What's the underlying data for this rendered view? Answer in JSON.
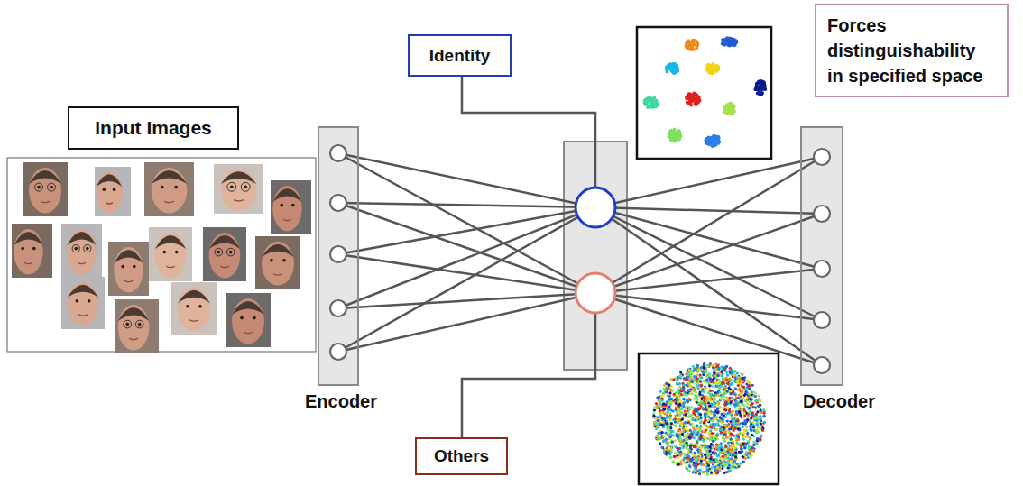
{
  "diagram": {
    "nodes": [
      {
        "text": [
          "Input Images"
        ]
      },
      {
        "text": [
          "Identity"
        ]
      },
      {
        "text": [
          "Forces distinguishability in specified space"
        ]
      },
      {
        "text": [
          "Encoder"
        ]
      },
      {
        "text": [
          "Decoder"
        ]
      },
      {
        "text": [
          "Others"
        ]
      }
    ]
  }
}
